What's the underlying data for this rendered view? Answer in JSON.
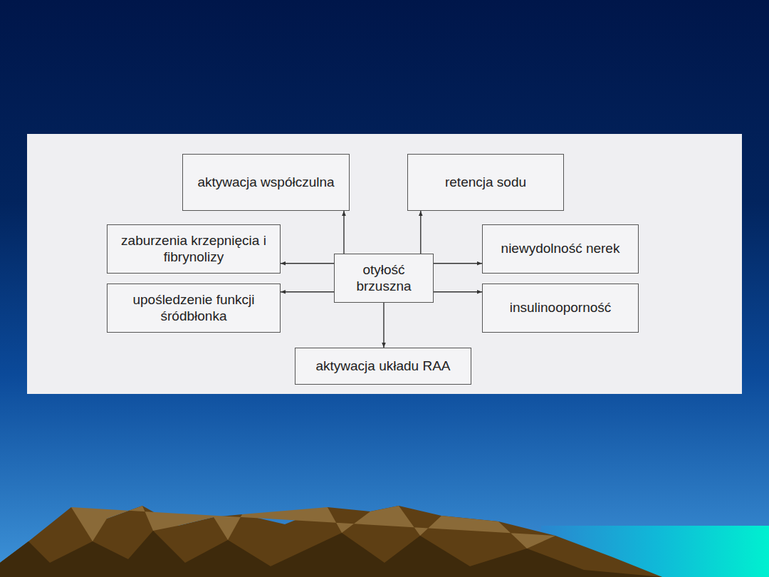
{
  "diagram": {
    "nodes": [
      {
        "text": [
          "aktywacja współczulna"
        ]
      },
      {
        "text": [
          "retencja sodu"
        ]
      },
      {
        "text": [
          "zaburzenia krzepnięcia i fibrynolizy"
        ]
      },
      {
        "text": [
          "otyłość brzuszna"
        ]
      },
      {
        "text": [
          "niewydolność nerek"
        ]
      },
      {
        "text": [
          "upośledzenie funkcji śródbłonka"
        ]
      },
      {
        "text": [
          "insulinooporność"
        ]
      },
      {
        "text": [
          "aktywacja układu RAA"
        ]
      }
    ],
    "edges": [
      {
        "from": 3,
        "to": 0,
        "arrow": "to"
      },
      {
        "from": 3,
        "to": 1,
        "arrow": "to"
      },
      {
        "from": 3,
        "to": 2,
        "arrow": "to"
      },
      {
        "from": 3,
        "to": 4,
        "arrow": "to"
      },
      {
        "from": 3,
        "to": 5,
        "arrow": "to"
      },
      {
        "from": 3,
        "to": 6,
        "arrow": "to"
      },
      {
        "from": 3,
        "to": 7,
        "arrow": "to"
      }
    ]
  }
}
